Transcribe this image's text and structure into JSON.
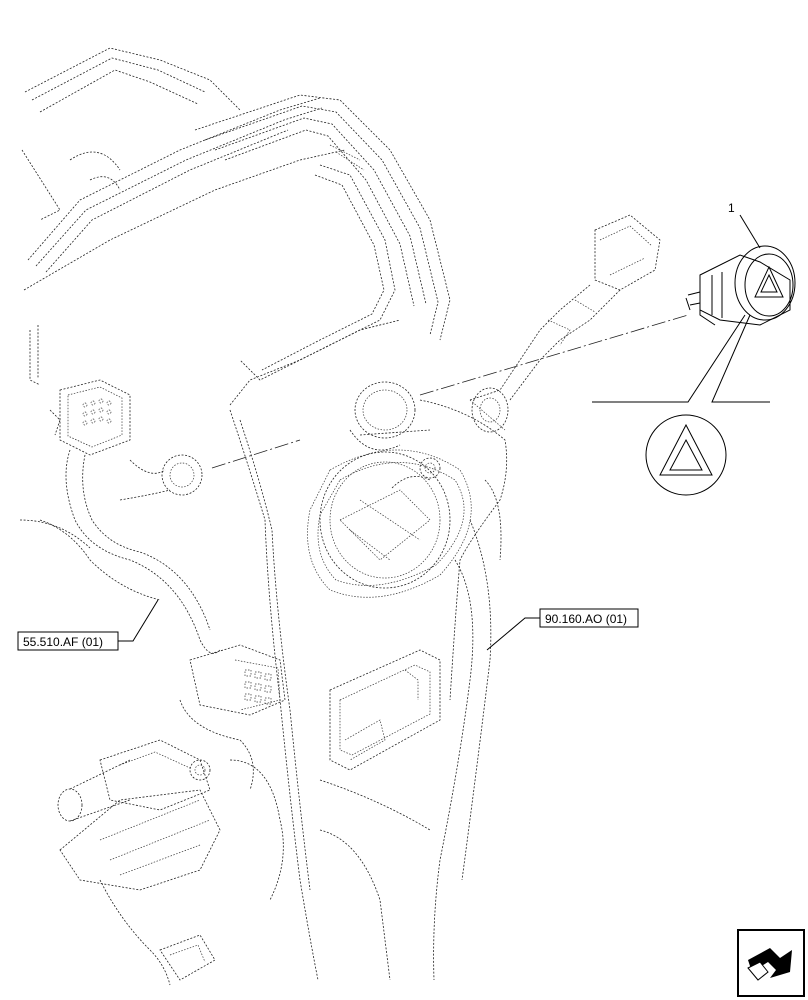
{
  "callouts": {
    "item_number": "1",
    "ref_left": "55.510.AF (01)",
    "ref_right": "90.160.AO (01)"
  },
  "icons": {
    "hazard_symbol": "hazard-triangle-icon",
    "nav_symbol": "next-page-arrow-icon"
  },
  "colors": {
    "line": "#000000",
    "background": "#ffffff"
  }
}
